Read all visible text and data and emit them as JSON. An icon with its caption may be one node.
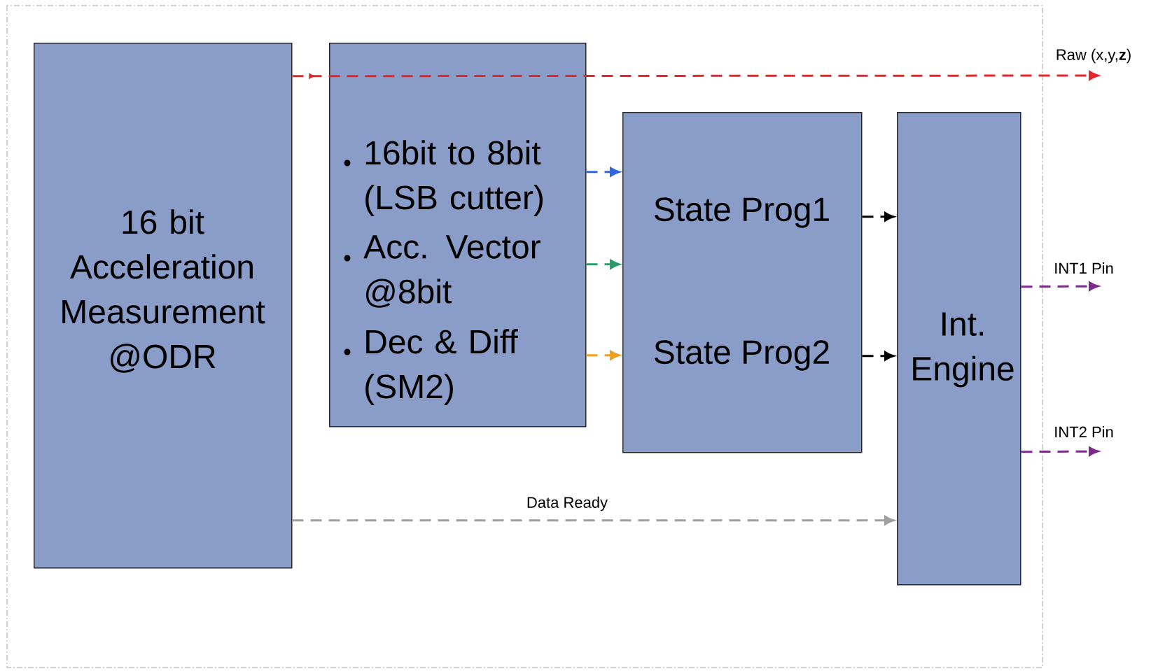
{
  "diagram": {
    "nodes": [
      {
        "text": [
          "16 bit Acceleration Measurement @ODR"
        ]
      },
      {
        "text": [
          "16bit to 8bit (LSB cutter)",
          "Acc. Vector @8bit",
          "Dec & Diff (SM2)"
        ]
      },
      {
        "text": [
          "State Prog1",
          "State Prog2"
        ]
      },
      {
        "text": [
          "Int. Engine"
        ]
      }
    ],
    "edges": [
      {
        "from": 0,
        "to": null,
        "arrow": "to",
        "label": "Raw (x,y,**z**)",
        "style": "dashed",
        "color": "#e8262a"
      },
      {
        "from": 1,
        "to": 2,
        "arrow": "to",
        "style": "dashed",
        "color": "#3366dd"
      },
      {
        "from": 1,
        "to": 2,
        "arrow": "to",
        "style": "dashed",
        "color": "#2e9a6a"
      },
      {
        "from": 1,
        "to": 2,
        "arrow": "to",
        "style": "dashed",
        "color": "#f0a020"
      },
      {
        "from": 2,
        "to": 3,
        "arrow": "to",
        "style": "dashed",
        "color": "#000000"
      },
      {
        "from": 2,
        "to": 3,
        "arrow": "to",
        "style": "dashed",
        "color": "#000000"
      },
      {
        "from": 3,
        "to": null,
        "arrow": "to",
        "label": "INT1 Pin",
        "style": "dashed",
        "color": "#7a2a8a"
      },
      {
        "from": 3,
        "to": null,
        "arrow": "to",
        "label": "INT2 Pin",
        "style": "dashed",
        "color": "#7a2a8a"
      },
      {
        "from": 0,
        "to": 3,
        "arrow": "to",
        "label": "Data Ready",
        "style": "dashed",
        "color": "#a0a0a0"
      }
    ]
  }
}
